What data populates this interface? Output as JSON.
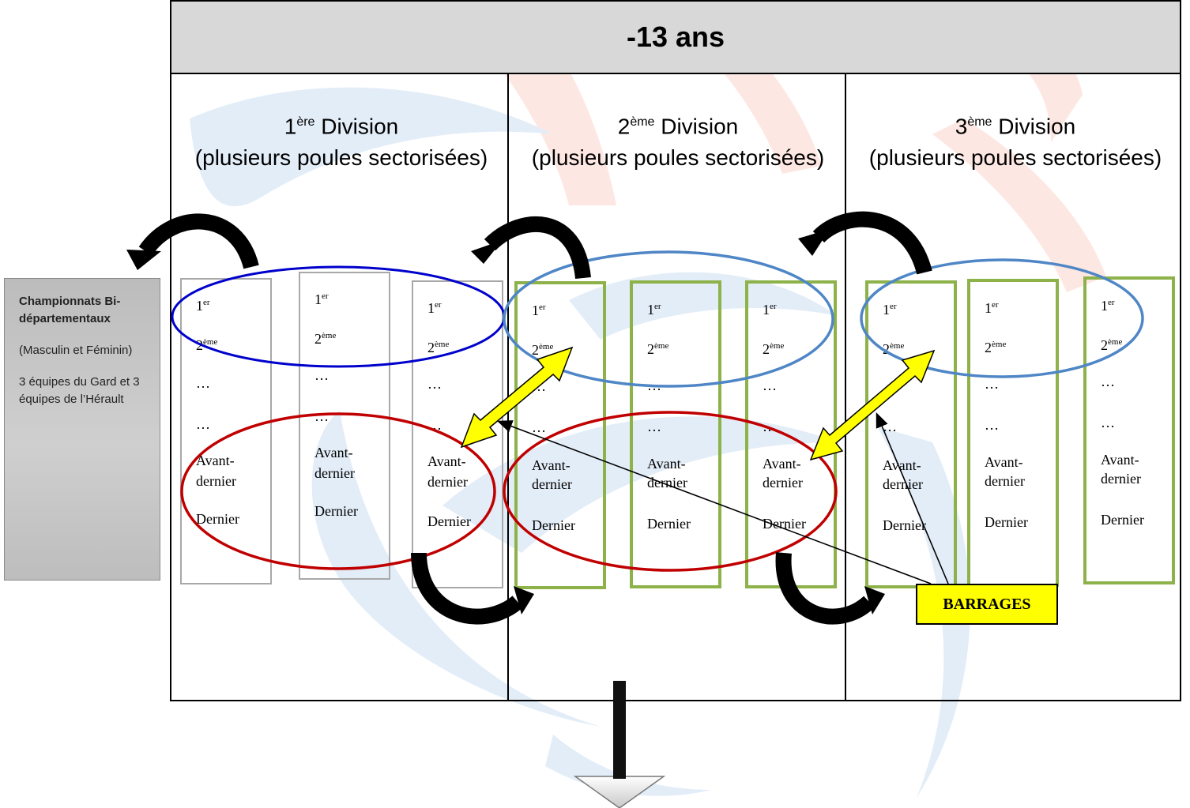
{
  "title": "-13 ans",
  "divisions": [
    {
      "num": "1",
      "sup": "ère",
      "label": " Division",
      "sub": "(plusieurs poules sectorisées)"
    },
    {
      "num": "2",
      "sup": "ème",
      "label": " Division",
      "sub": "(plusieurs poules sectorisées)"
    },
    {
      "num": "3",
      "sup": "ème",
      "label": " Division",
      "sub": "(plusieurs poules sectorisées)"
    }
  ],
  "side_box": {
    "title": "Championnats Bi-départementaux",
    "gender": "(Masculin et Féminin)",
    "teams": "3 équipes du Gard et 3 équipes de l’Hérault"
  },
  "ranking": {
    "first_num": "1",
    "first_sup": "er",
    "second_num": "2",
    "second_sup": "ème",
    "ellipsis": "…",
    "penultimate_a": "Avant-",
    "penultimate_b": "dernier",
    "last": "Dernier"
  },
  "barrages_label": "BARRAGES",
  "colors": {
    "title_band": "#d8d8d8",
    "top_circle_div1": "#0000cc",
    "top_circle_div2_3": "#4f86c6",
    "bottom_circle": "#c00000",
    "double_arrow": "#ffff00",
    "gray_border": "#a8a8a8",
    "green_border": "#8db24a"
  }
}
